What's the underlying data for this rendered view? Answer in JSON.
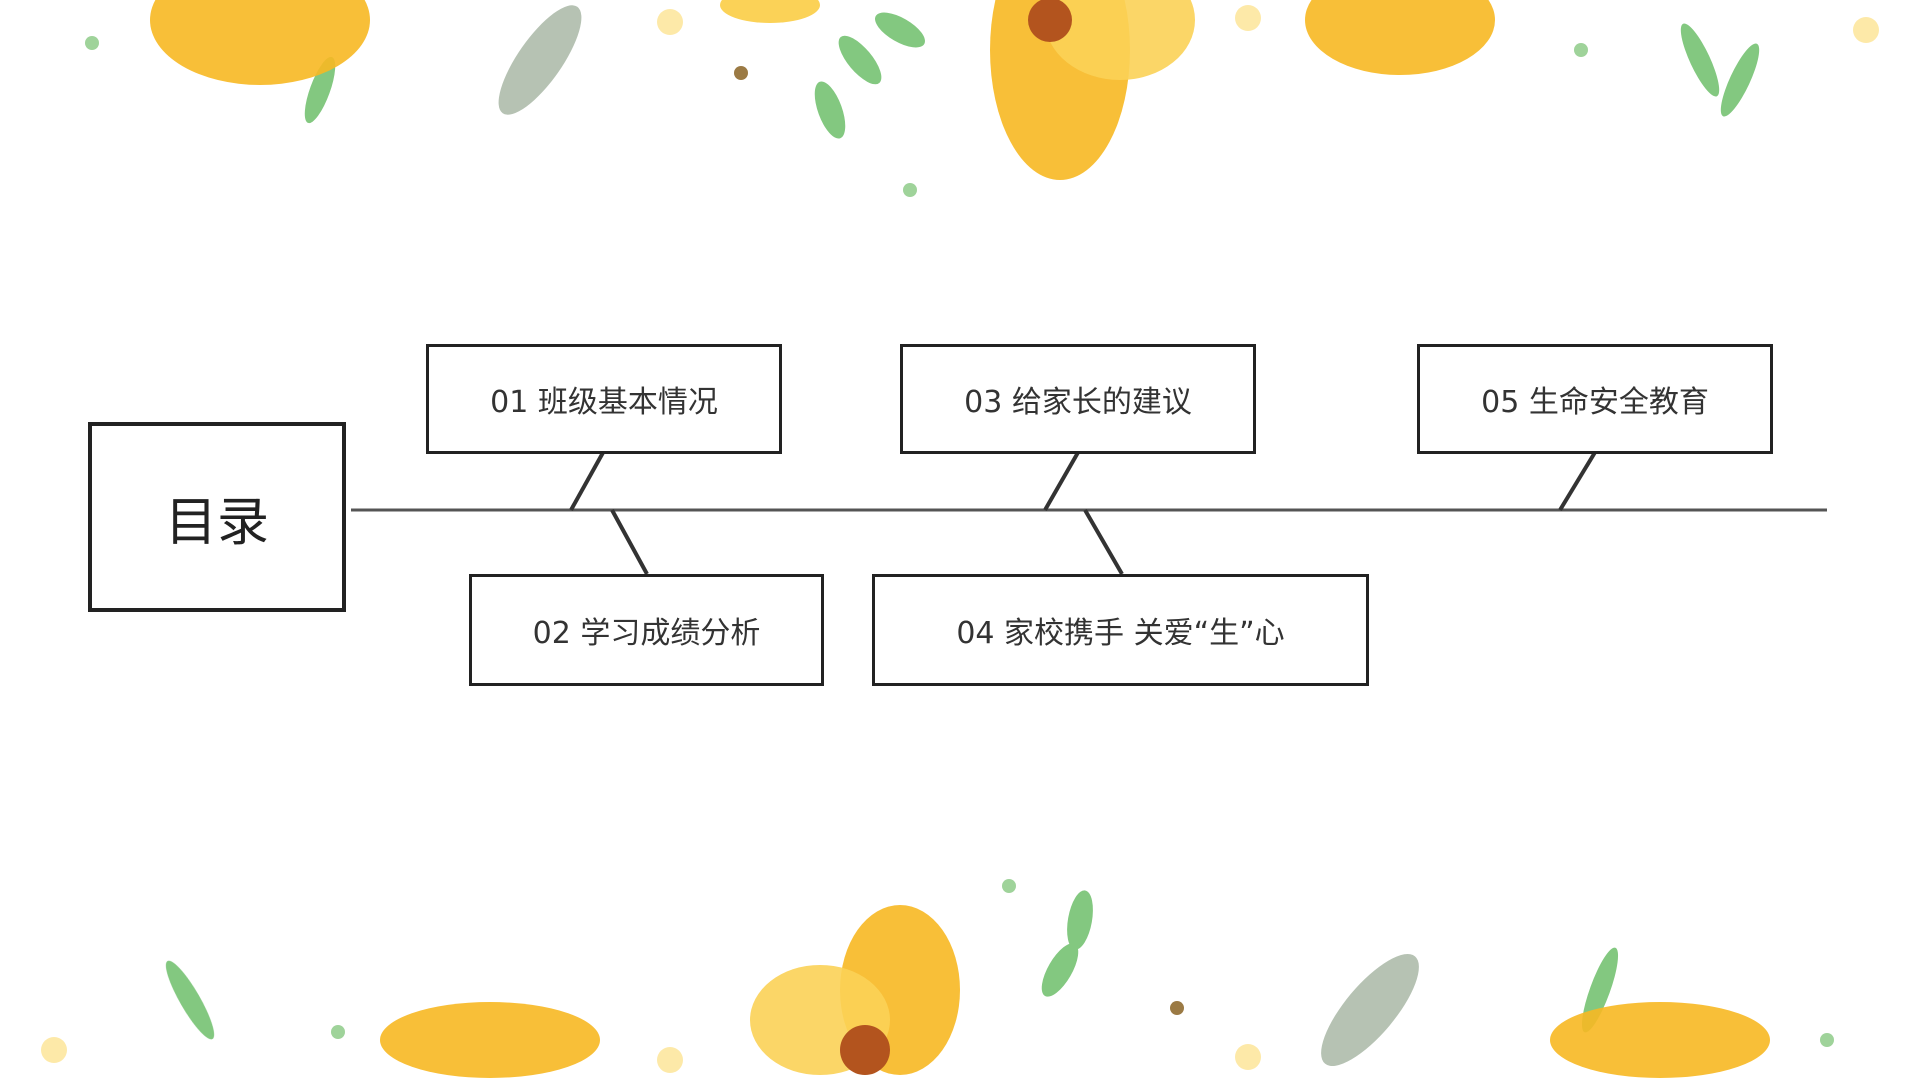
{
  "slide": {
    "title": "目录",
    "items": [
      {
        "label": "01 班级基本情况"
      },
      {
        "label": "02 学习成绩分析"
      },
      {
        "label": "03 给家长的建议"
      },
      {
        "label": "04 家校携手 关爱“生”心"
      },
      {
        "label": "05 生命安全教育"
      }
    ]
  },
  "colors": {
    "flower": "#F7B822",
    "flower_light": "#FBD257",
    "leaf": "#6DBE6A",
    "line": "#555555"
  }
}
